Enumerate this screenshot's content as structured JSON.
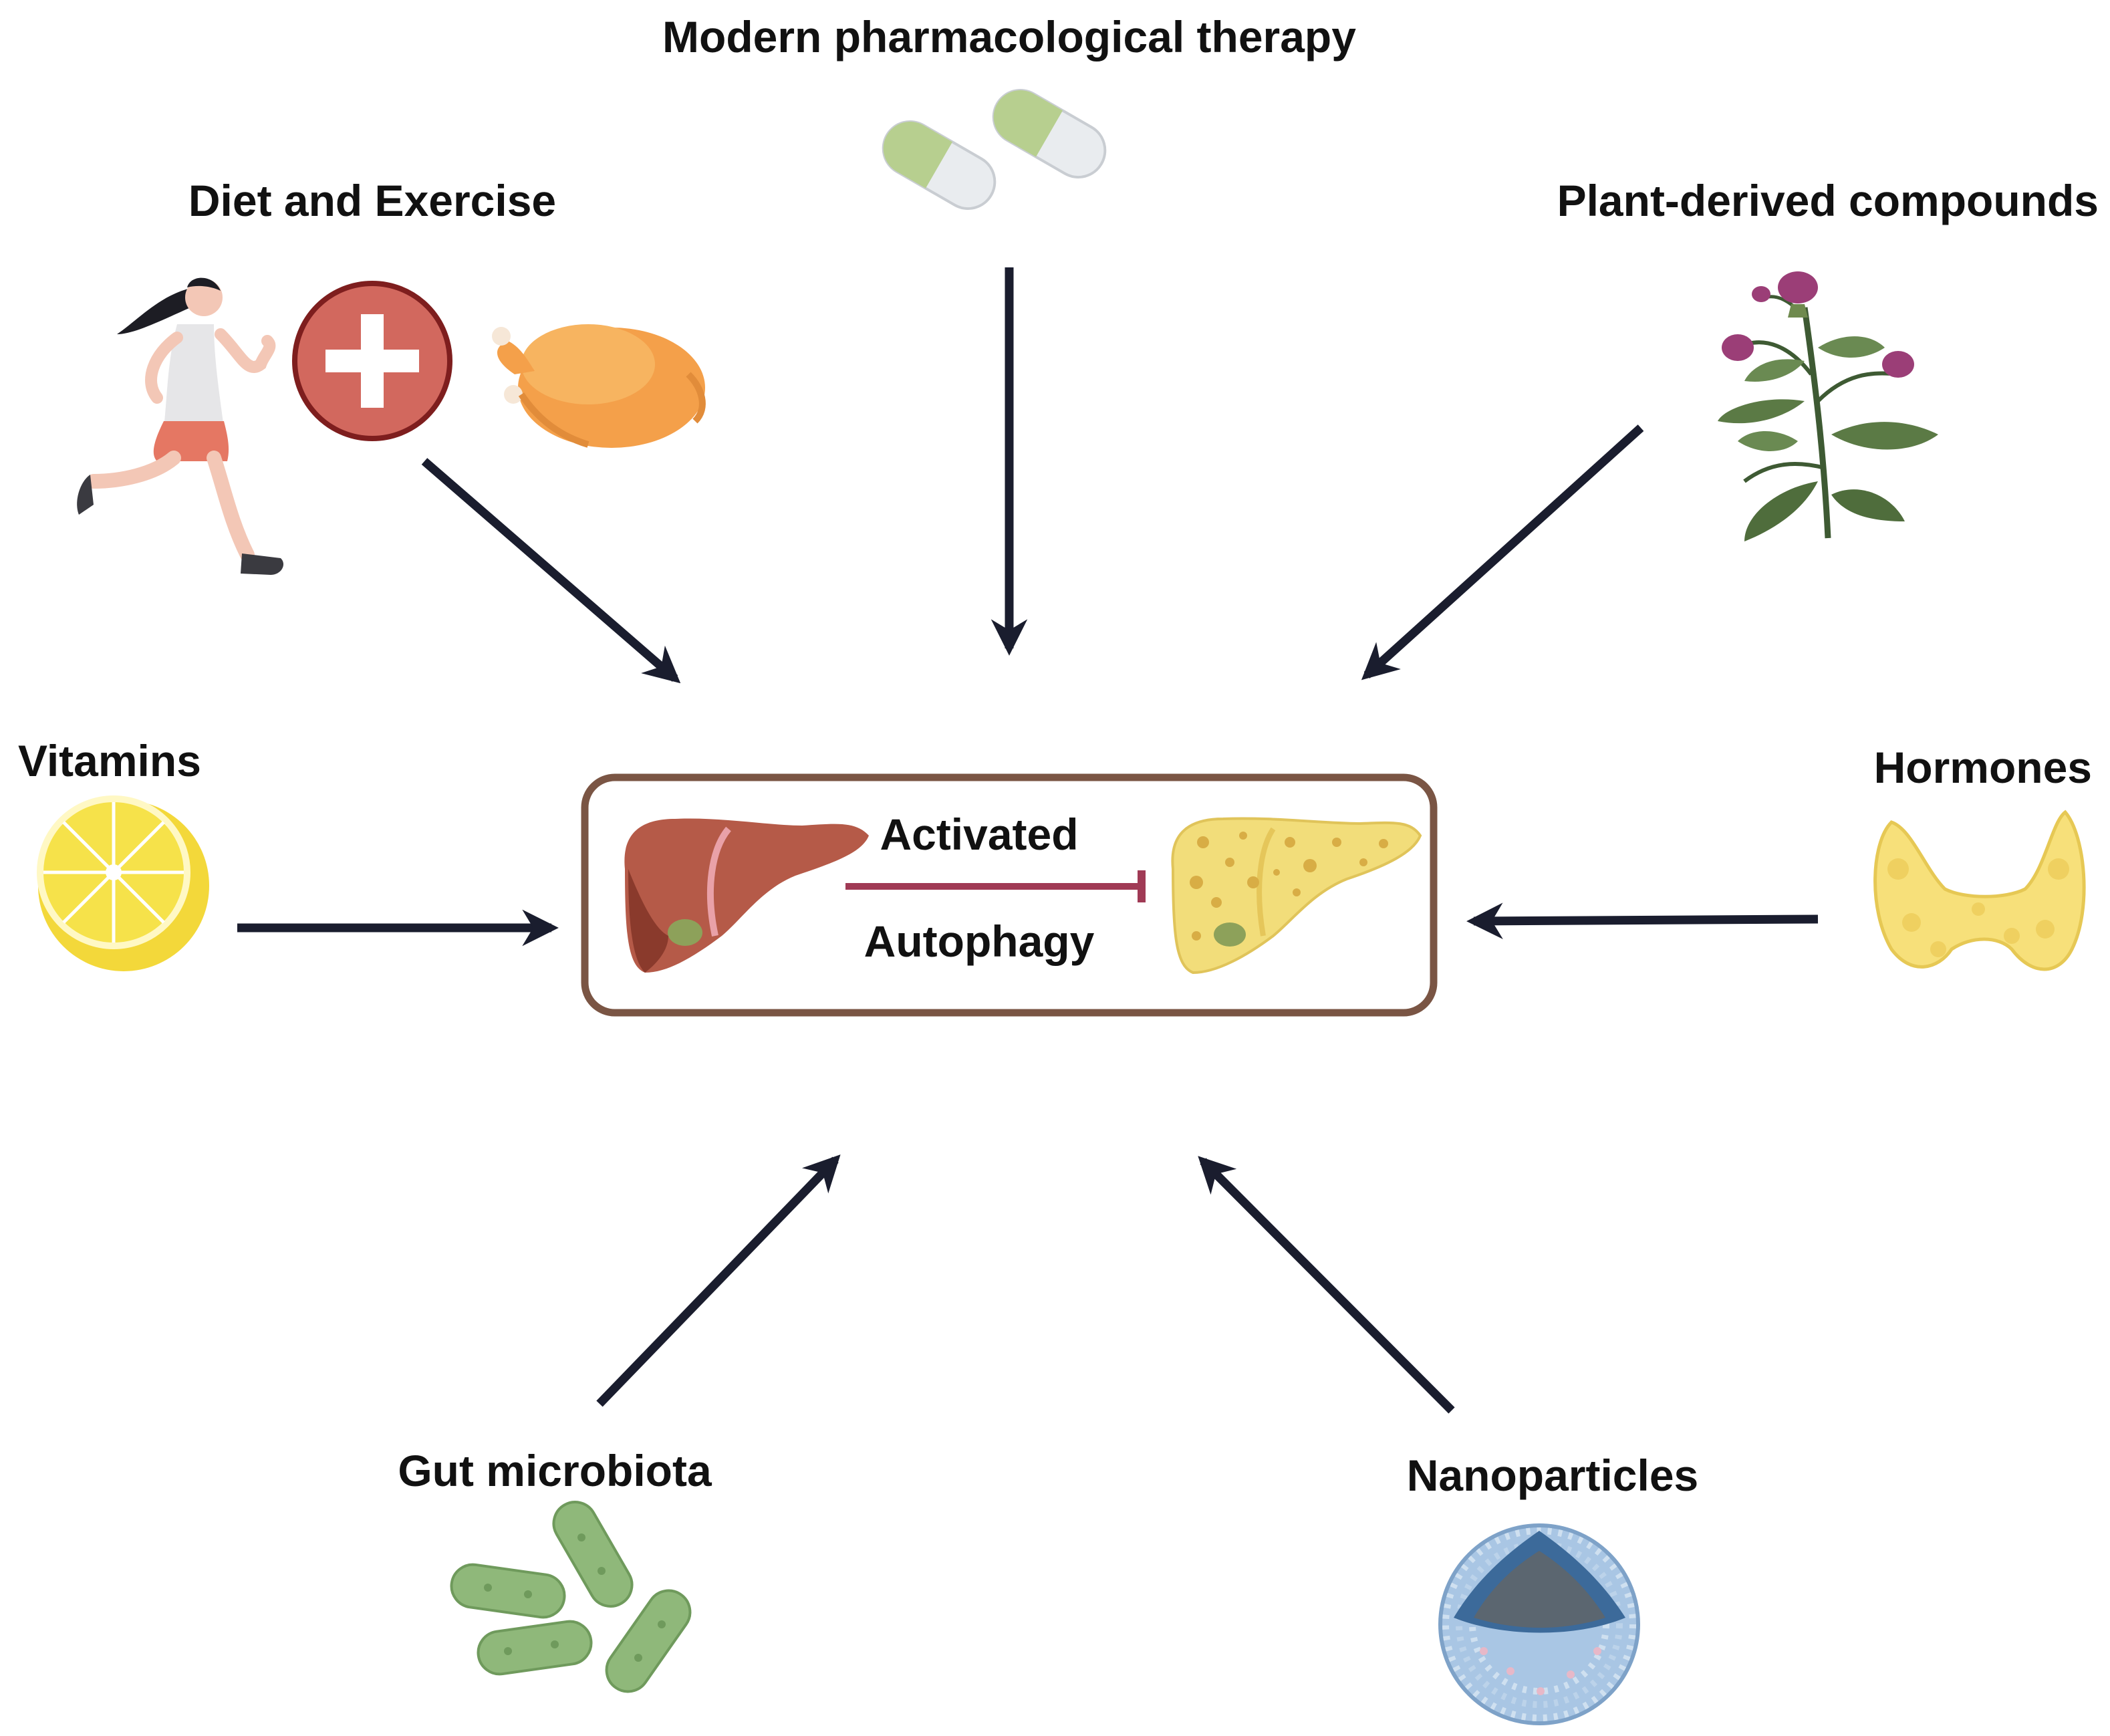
{
  "center": {
    "top_label": "Activated",
    "bottom_label": "Autophagy"
  },
  "factors": {
    "diet_exercise": "Diet and Exercise",
    "pharmacological": "Modern pharmacological therapy",
    "plant": "Plant-derived compounds",
    "vitamins": "Vitamins",
    "hormones": "Hormones",
    "gut": "Gut microbiota",
    "nano": "Nanoparticles"
  },
  "colors": {
    "arrow": "#1a1d2e",
    "box_border": "#7a5544",
    "inhibit_line": "#a03a55",
    "healthy_liver": "#b55a48",
    "fatty_liver": "#f2dd7a",
    "pill_green": "#b7cf8f",
    "bacteria": "#8fb87a",
    "lemon": "#f6e24a",
    "thyroid": "#f7e07a",
    "cross_red": "#d2685e"
  }
}
